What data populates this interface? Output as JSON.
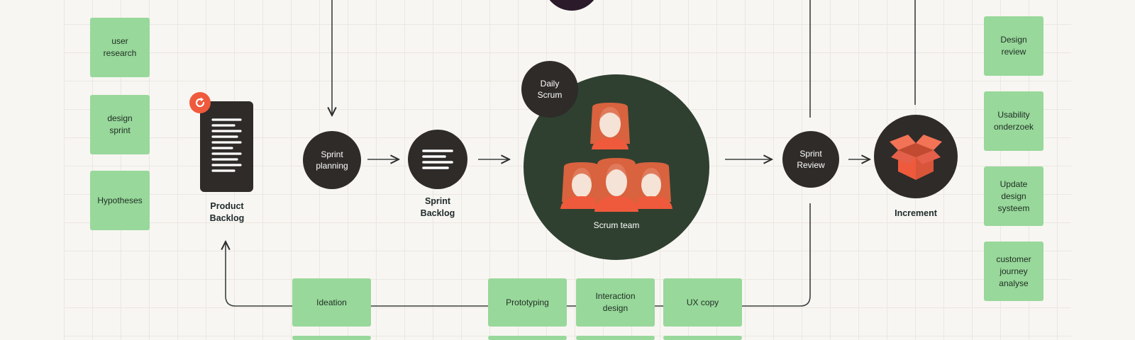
{
  "left_notes": [
    "user\nresearch",
    "design\nsprint",
    "Hypotheses"
  ],
  "right_notes": [
    "Design\nreview",
    "Usability\nonderzoek",
    "Update\ndesign\nsysteem",
    "customer\njourney\nanalyse"
  ],
  "bottom_notes": [
    "Ideation",
    "Prototyping",
    "Interaction\ndesign",
    "UX copy"
  ],
  "product_backlog_label": "Product\nBacklog",
  "sprint_planning_label": "Sprint\nplanning",
  "sprint_backlog_label": "Sprint\nBacklog",
  "daily_scrum_label": "Daily\nScrum",
  "scrum_team_label": "Scrum team",
  "sprint_review_label": "Sprint\nReview",
  "increment_label": "Increment",
  "colors": {
    "background": "#f8f6f2",
    "sticky_note": "#98d89b",
    "node_dark": "#2e2b29",
    "scrum_team_circle": "#2f4030",
    "accent_orange": "#ef5a3c",
    "face": "#f4e3d6"
  },
  "icons": [
    "refresh-icon",
    "document-lines-icon",
    "list-lines-icon",
    "team-members-icon",
    "open-box-icon"
  ]
}
